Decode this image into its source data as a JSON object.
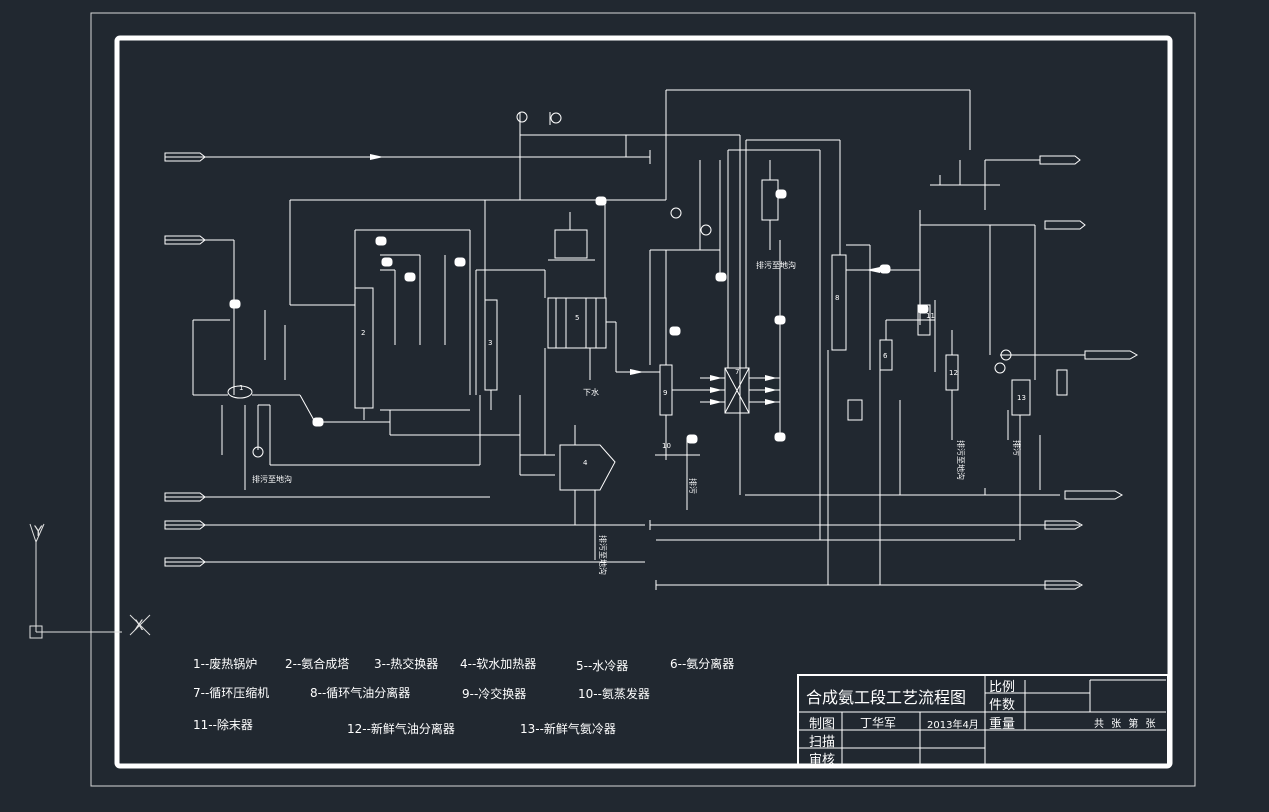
{
  "drawing": {
    "title": "合成氨工段工艺流程图",
    "title_block": {
      "drawn_label": "制图",
      "drawn_by": "丁华军",
      "date": "2013年4月",
      "scan_label": "扫描",
      "review_label": "审核",
      "scale_label": "比例",
      "count_label": "件数",
      "weight_label": "重量",
      "sheets": "共 张 第 张"
    }
  },
  "legend": [
    "1--废热锅炉",
    "2--氨合成塔",
    "3--热交换器",
    "4--软水加热器",
    "5--水冷器",
    "6--氨分离器",
    "7--循环压缩机",
    "8--循环气油分离器",
    "9--冷交换器",
    "10--氨蒸发器",
    "11--除末器",
    "12--新鲜气油分离器",
    "13--新鲜气氨冷器"
  ],
  "equipment_numbers": [
    "1",
    "2",
    "3",
    "4",
    "5",
    "6",
    "7",
    "8",
    "9",
    "10",
    "11",
    "12",
    "13"
  ],
  "stream_labels": {
    "cooling_water": "下水",
    "vent_1": "排污至地沟",
    "vent_2": "排污至地沟",
    "vent_3": "排污至地沟",
    "vent_4": "排污至地沟",
    "oil_drain": "排污",
    "oil_drain_2": "排污"
  },
  "colors": {
    "background": "#212830",
    "lines": "#ffffff",
    "frame": "#ffffff"
  },
  "ucs": {
    "x_label": "X",
    "y_label": "Y"
  }
}
